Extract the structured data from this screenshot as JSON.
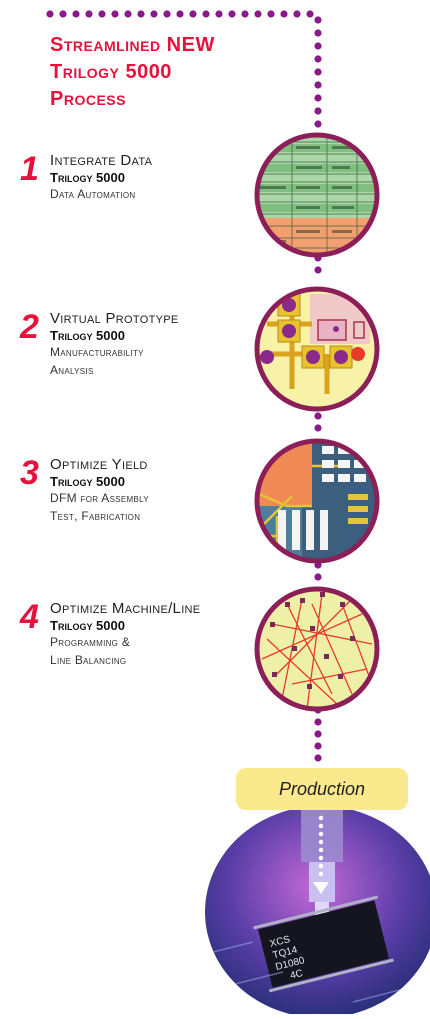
{
  "title": {
    "line1": "Streamlined NEW",
    "line2": "Trilogy 5000",
    "line3": "Process"
  },
  "steps": [
    {
      "number": "1",
      "heading": "Integrate Data",
      "product": "Trilogy 5000",
      "desc1": "Data Automation",
      "desc2": ""
    },
    {
      "number": "2",
      "heading": "Virtual Prototype",
      "product": "Trilogy 5000",
      "desc1": "Manufacturability",
      "desc2": "Analysis"
    },
    {
      "number": "3",
      "heading": "Optimize Yield",
      "product": "Trilogy 5000",
      "desc1": "DFM for Assembly",
      "desc2": "Test, Fabrication"
    },
    {
      "number": "4",
      "heading": "Optimize Machine/Line",
      "product": "Trilogy 5000",
      "desc1": "Programming &",
      "desc2": "Line Balancing"
    }
  ],
  "production_label": "Production",
  "chip_text": {
    "line1": "XCS",
    "line2": "TQ14",
    "line3": "D1080",
    "line4": "4C"
  },
  "colors": {
    "accent": "#e5123b",
    "dots": "#8a1a8c",
    "circle_border": "#8c1f57",
    "production_box": "#fbe98e"
  }
}
